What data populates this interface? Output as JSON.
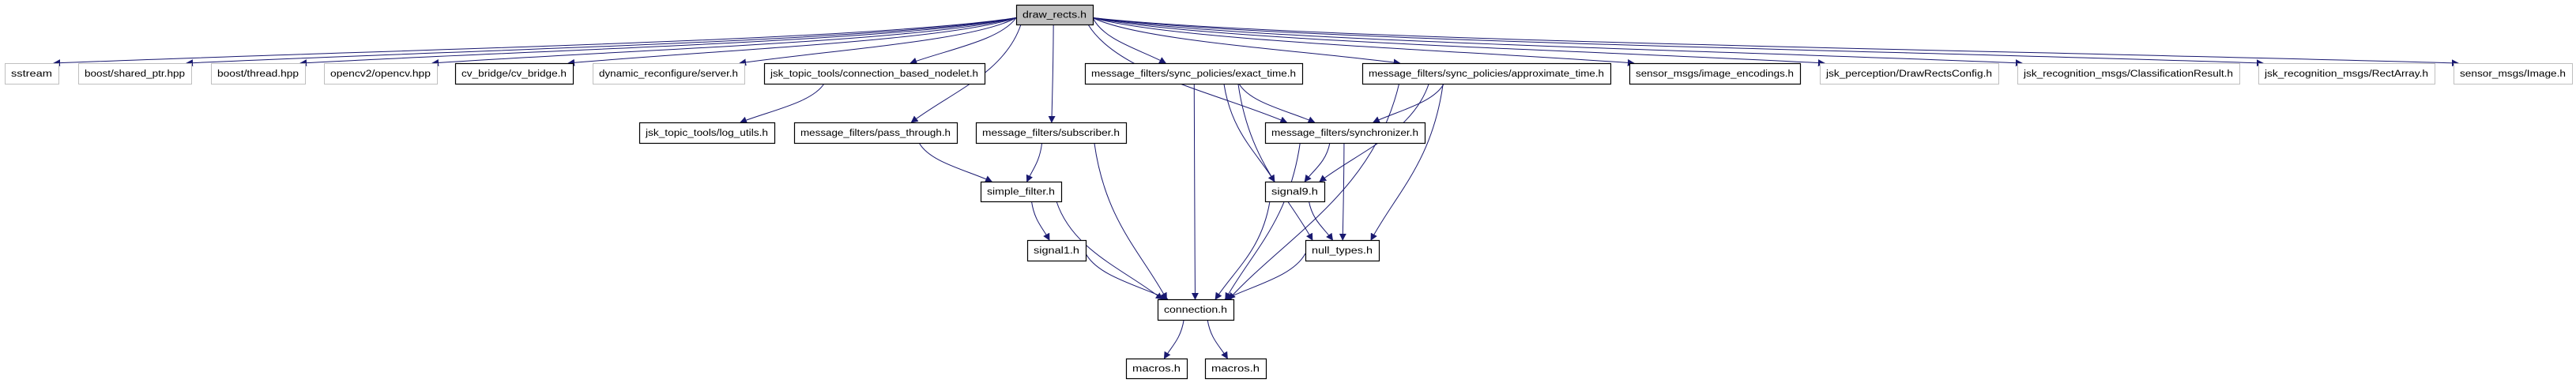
{
  "graph": {
    "edge_color": "#191970",
    "root_fill": "#bfbfbf",
    "solid_border": "#000000",
    "missing_border": "#bfbfbf",
    "nodes": [
      {
        "id": "root",
        "label": "draw_rects.h",
        "kind": "root"
      },
      {
        "id": "sstream",
        "label": "sstream",
        "kind": "external"
      },
      {
        "id": "shared_ptr",
        "label": "boost/shared_ptr.hpp",
        "kind": "external"
      },
      {
        "id": "thread",
        "label": "boost/thread.hpp",
        "kind": "external"
      },
      {
        "id": "opencv",
        "label": "opencv2/opencv.hpp",
        "kind": "external"
      },
      {
        "id": "cv_bridge",
        "label": "cv_bridge/cv_bridge.h",
        "kind": "documented"
      },
      {
        "id": "dyn_server",
        "label": "dynamic_reconfigure/server.h",
        "kind": "external"
      },
      {
        "id": "cbn",
        "label": "jsk_topic_tools/connection_based_nodelet.h",
        "kind": "documented"
      },
      {
        "id": "exact_time",
        "label": "message_filters/sync_policies/exact_time.h",
        "kind": "documented"
      },
      {
        "id": "approx_time",
        "label": "message_filters/sync_policies/approximate_time.h",
        "kind": "documented"
      },
      {
        "id": "image_enc",
        "label": "sensor_msgs/image_encodings.h",
        "kind": "documented"
      },
      {
        "id": "drawrects_cfg",
        "label": "jsk_perception/DrawRectsConfig.h",
        "kind": "external"
      },
      {
        "id": "class_result",
        "label": "jsk_recognition_msgs/ClassificationResult.h",
        "kind": "external"
      },
      {
        "id": "rect_array",
        "label": "jsk_recognition_msgs/RectArray.h",
        "kind": "external"
      },
      {
        "id": "image",
        "label": "sensor_msgs/Image.h",
        "kind": "external"
      },
      {
        "id": "log_utils",
        "label": "jsk_topic_tools/log_utils.h",
        "kind": "documented"
      },
      {
        "id": "pass_through",
        "label": "message_filters/pass_through.h",
        "kind": "documented"
      },
      {
        "id": "subscriber",
        "label": "message_filters/subscriber.h",
        "kind": "documented"
      },
      {
        "id": "synchronizer",
        "label": "message_filters/synchronizer.h",
        "kind": "documented"
      },
      {
        "id": "simple_filter",
        "label": "simple_filter.h",
        "kind": "documented"
      },
      {
        "id": "signal9",
        "label": "signal9.h",
        "kind": "documented"
      },
      {
        "id": "signal1",
        "label": "signal1.h",
        "kind": "documented"
      },
      {
        "id": "null_types",
        "label": "null_types.h",
        "kind": "documented"
      },
      {
        "id": "connection",
        "label": "connection.h",
        "kind": "documented"
      },
      {
        "id": "macros1",
        "label": "macros.h",
        "kind": "documented"
      },
      {
        "id": "macros2",
        "label": "macros.h",
        "kind": "documented"
      }
    ],
    "edges": [
      [
        "root",
        "sstream"
      ],
      [
        "root",
        "shared_ptr"
      ],
      [
        "root",
        "thread"
      ],
      [
        "root",
        "opencv"
      ],
      [
        "root",
        "cv_bridge"
      ],
      [
        "root",
        "dyn_server"
      ],
      [
        "root",
        "cbn"
      ],
      [
        "root",
        "pass_through"
      ],
      [
        "root",
        "subscriber"
      ],
      [
        "root",
        "exact_time"
      ],
      [
        "root",
        "synchronizer"
      ],
      [
        "root",
        "approx_time"
      ],
      [
        "root",
        "image_enc"
      ],
      [
        "root",
        "drawrects_cfg"
      ],
      [
        "root",
        "class_result"
      ],
      [
        "root",
        "rect_array"
      ],
      [
        "root",
        "image"
      ],
      [
        "cbn",
        "log_utils"
      ],
      [
        "pass_through",
        "simple_filter"
      ],
      [
        "subscriber",
        "simple_filter"
      ],
      [
        "subscriber",
        "connection"
      ],
      [
        "exact_time",
        "synchronizer"
      ],
      [
        "exact_time",
        "signal9"
      ],
      [
        "exact_time",
        "null_types"
      ],
      [
        "exact_time",
        "connection"
      ],
      [
        "approx_time",
        "synchronizer"
      ],
      [
        "approx_time",
        "signal9"
      ],
      [
        "approx_time",
        "null_types"
      ],
      [
        "approx_time",
        "connection"
      ],
      [
        "synchronizer",
        "signal9"
      ],
      [
        "synchronizer",
        "null_types"
      ],
      [
        "synchronizer",
        "connection"
      ],
      [
        "simple_filter",
        "signal1"
      ],
      [
        "simple_filter",
        "connection"
      ],
      [
        "signal9",
        "null_types"
      ],
      [
        "signal9",
        "connection"
      ],
      [
        "signal1",
        "connection"
      ],
      [
        "null_types",
        "connection"
      ],
      [
        "connection",
        "macros1"
      ],
      [
        "connection",
        "macros2"
      ]
    ]
  }
}
